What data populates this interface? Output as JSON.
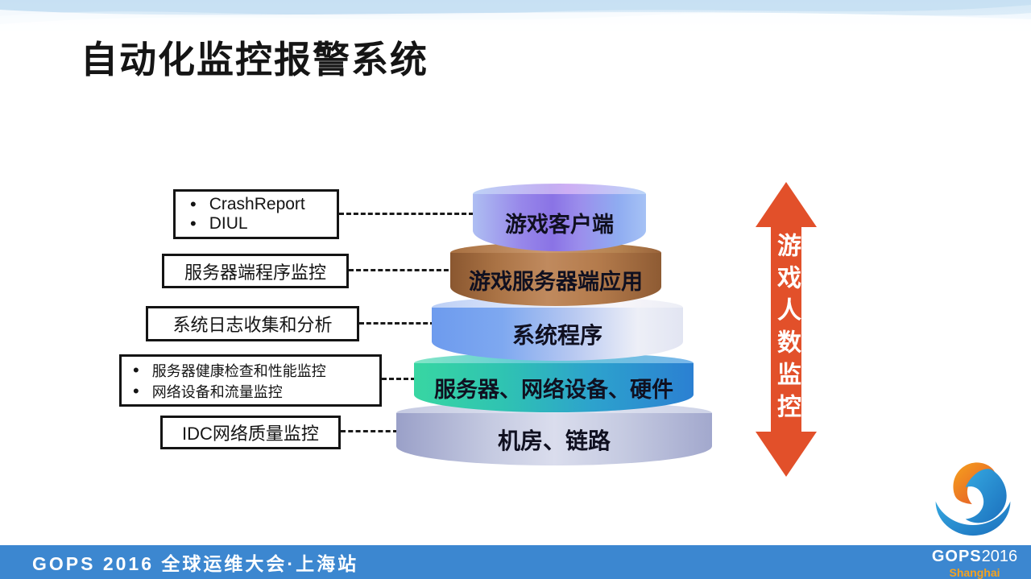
{
  "slide": {
    "title": "自动化监控报警系统"
  },
  "notes": [
    {
      "bulleted": true,
      "items": [
        "CrashReport",
        "DIUL"
      ]
    },
    {
      "bulleted": false,
      "items": [
        "服务器端程序监控"
      ]
    },
    {
      "bulleted": false,
      "items": [
        "系统日志收集和分析"
      ]
    },
    {
      "bulleted": true,
      "items": [
        "服务器健康检查和性能监控",
        "网络设备和流量监控"
      ]
    },
    {
      "bulleted": false,
      "items": [
        "IDC网络质量监控"
      ]
    }
  ],
  "bullet_glyph": "•",
  "pyramid": {
    "layers": [
      {
        "label": "游戏客户端",
        "colors": [
          "#aebef2",
          "#8a73e5",
          "#a6c2f5"
        ]
      },
      {
        "label": "游戏服务器端应用",
        "colors": [
          "#8a5730",
          "#c08a5e",
          "#8e5b33"
        ]
      },
      {
        "label": "系统程序",
        "colors": [
          "#6d9bee",
          "#b7c8f1",
          "#e2e5f2"
        ]
      },
      {
        "label": "服务器、网络设备、硬件",
        "colors": [
          "#38d6a2",
          "#2da2cd",
          "#2b80d2"
        ]
      },
      {
        "label": "机房、链路",
        "colors": [
          "#9aa0c8",
          "#dadded",
          "#a2a8cd"
        ]
      }
    ]
  },
  "arrow": {
    "label": "游戏人数监控",
    "color": "#e2502a"
  },
  "footer": {
    "text": "GOPS 2016 全球运维大会·上海站",
    "bar_color": "#3c87d0"
  },
  "logo": {
    "name_bold": "GOPS",
    "name_year": "2016",
    "city": "Shanghai",
    "accent_color": "#f6a21d"
  }
}
